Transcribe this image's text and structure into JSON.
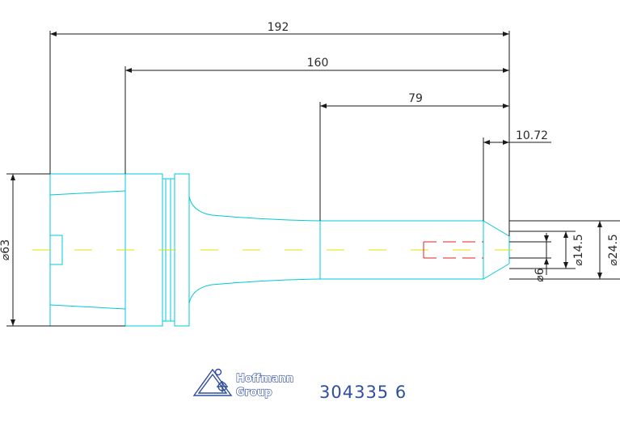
{
  "drawing": {
    "dimensions": {
      "overall_length": "192",
      "length_2": "160",
      "length_3": "79",
      "length_4": "10.72",
      "diameter_flange": "⌀63",
      "diameter_tip": "⌀24.5",
      "diameter_bore": "⌀14.5",
      "diameter_hole": "⌀6"
    },
    "colors": {
      "outline": "#00c8d8",
      "dimension": "#1a1a1a",
      "centerline": "#e0e000",
      "hidden": "#e02020",
      "brand": "#2f4f9e"
    }
  },
  "footer": {
    "logo_line1": "Hoffmann",
    "logo_line2": "Group",
    "part_number": "304335 6"
  }
}
